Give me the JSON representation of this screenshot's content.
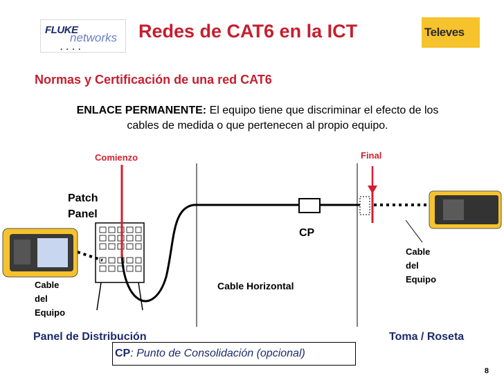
{
  "header": {
    "fluke_logo_text": "FLUKE",
    "networks_logo_text": "networks",
    "fluke_logo_dots": ". . . .",
    "title": "Redes de CAT6 en la ICT",
    "televes_logo_text": "Televes"
  },
  "subtitle": "Normas y Certificación de una red CAT6",
  "enlace": {
    "label": "ENLACE PERMANENTE:",
    "text": " El equipo tiene que discriminar el efecto de los cables de medida o que pertenecen al propio equipo."
  },
  "diagram": {
    "comienzo": "Comienzo",
    "final": "Final",
    "patch_panel": [
      "Patch",
      "Panel"
    ],
    "cp": "CP",
    "cable_horizontal": "Cable Horizontal",
    "cable_equipo_left": [
      "Cable",
      "del",
      "Equipo"
    ],
    "cable_equipo_right": [
      "Cable",
      "del",
      "Equipo"
    ],
    "panel_distribucion": "Panel de Distribución",
    "toma_roseta": "Toma / Roseta",
    "cp_note_bold": "CP",
    "cp_note_text": ": Punto de Consolidación (opcional)",
    "colors": {
      "red_marker": "#d21f2e",
      "title_red": "#c51f2f",
      "label_blue": "#1b2a6b",
      "tester_yellow": "#f6c32c"
    }
  },
  "page_number": "8"
}
